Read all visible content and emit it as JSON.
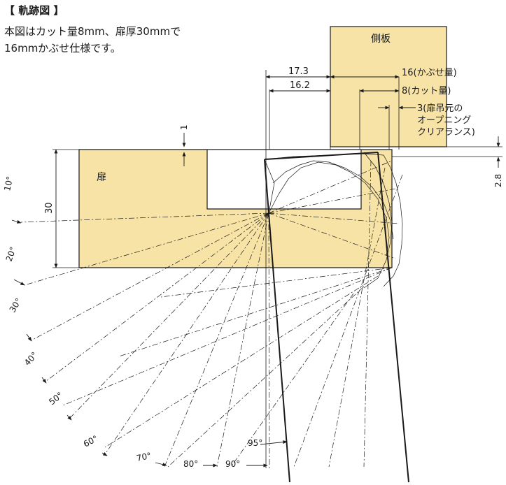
{
  "title": "【 軌跡図 】",
  "description": [
    "本図はカット量8mm、扉厚30mmで",
    "16mmかぶせ仕様です。"
  ],
  "labels": {
    "side_panel": "側板",
    "door": "扉",
    "dim_17_3": "17.3",
    "dim_16_2": "16.2",
    "overlay_16": "16(かぶせ量)",
    "cut_8": "8(カット量)",
    "clearance_line1": "3(扉吊元の",
    "clearance_line2": "オープニング",
    "clearance_line3": "クリアランス)",
    "gap_1": "1",
    "thickness_30": "30",
    "gap_2_8": "2.8"
  },
  "angles": [
    "10°",
    "20°",
    "30°",
    "40°",
    "50°",
    "60°",
    "70°",
    "80°",
    "90°",
    "95°"
  ],
  "colors": {
    "wood": "#f7e3a6",
    "line": "#1a1a1a",
    "background": "#ffffff"
  }
}
